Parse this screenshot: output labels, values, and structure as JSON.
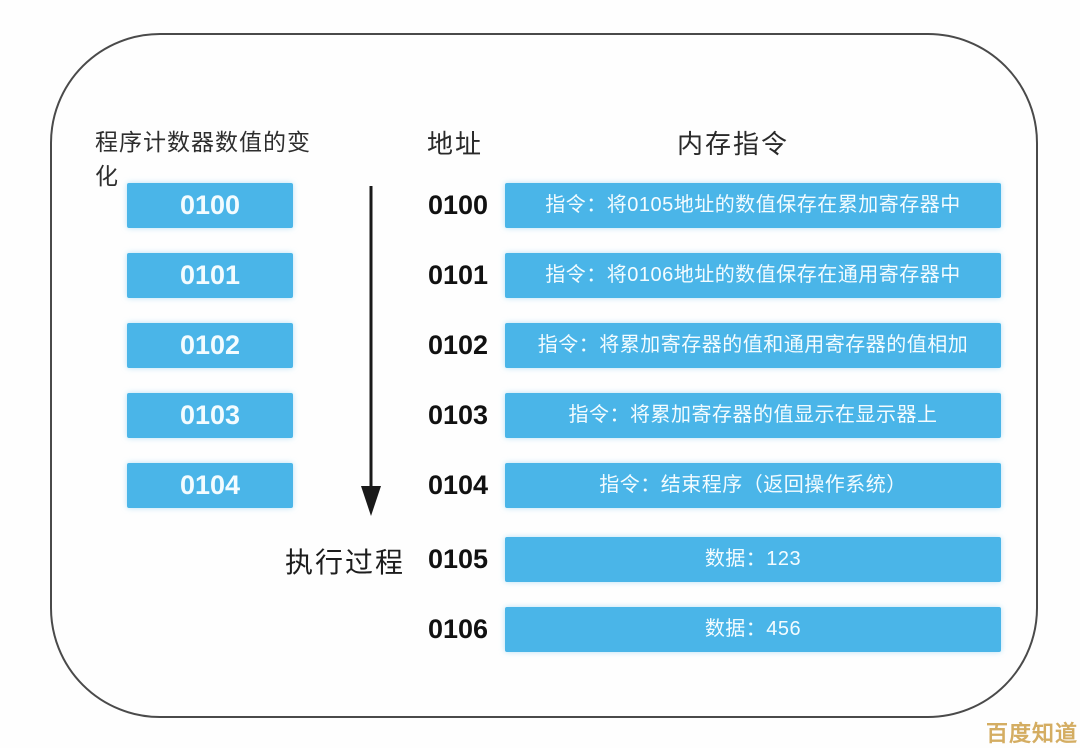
{
  "left_panel": {
    "title": "程序计数器数值的变化",
    "counters": [
      "0100",
      "0101",
      "0102",
      "0103",
      "0104"
    ],
    "execution_label": "执行过程"
  },
  "memory_panel": {
    "address_header": "地址",
    "instruction_header": "内存指令",
    "rows": [
      {
        "address": "0100",
        "content": "指令：将0105地址的数值保存在累加寄存器中"
      },
      {
        "address": "0101",
        "content": "指令：将0106地址的数值保存在通用寄存器中"
      },
      {
        "address": "0102",
        "content": "指令：将累加寄存器的值和通用寄存器的值相加"
      },
      {
        "address": "0103",
        "content": "指令：将累加寄存器的值显示在显示器上"
      },
      {
        "address": "0104",
        "content": "指令：结束程序（返回操作系统）"
      },
      {
        "address": "0105",
        "content": "数据：123"
      },
      {
        "address": "0106",
        "content": "数据：456"
      }
    ]
  },
  "watermark": "百度知道",
  "colors": {
    "box_blue": "#4ab5e8",
    "box_text": "#f3fcff",
    "frame_border": "#4a4a4a",
    "address_text": "#111111",
    "watermark": "#d4ad62"
  }
}
